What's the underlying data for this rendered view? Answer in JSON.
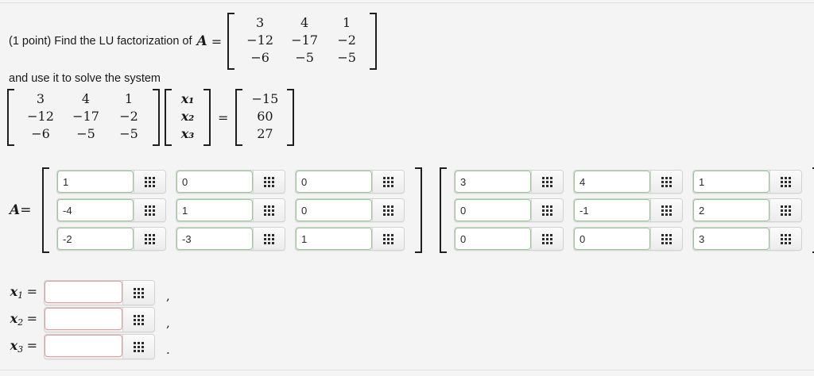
{
  "problem": {
    "points_label": "(1 point)",
    "prompt_text": "(1 point) Find the LU factorization of",
    "matrix_symbol": "A",
    "equals": "=",
    "matrix_A": [
      [
        "3",
        "4",
        "1"
      ],
      [
        "−12",
        "−17",
        "−2"
      ],
      [
        "−6",
        "−5",
        "−5"
      ]
    ],
    "solve_text": "and use it to solve the system",
    "system": {
      "coefficients": [
        [
          "3",
          "4",
          "1"
        ],
        [
          "−12",
          "−17",
          "−2"
        ],
        [
          "−6",
          "−5",
          "−5"
        ]
      ],
      "unknowns": [
        "x₁",
        "x₂",
        "x₃"
      ],
      "equals": "=",
      "rhs": [
        "−15",
        "60",
        "27"
      ]
    }
  },
  "answer_area": {
    "label": "A",
    "equals": "=",
    "L_matrix": {
      "values": [
        [
          "1",
          "0",
          "0"
        ],
        [
          "-4",
          "1",
          "0"
        ],
        [
          "-2",
          "-3",
          "1"
        ]
      ],
      "state": "valid",
      "border_color": "#9ac69a"
    },
    "U_matrix": {
      "values": [
        [
          "3",
          "4",
          "1"
        ],
        [
          "0",
          "-1",
          "2"
        ],
        [
          "0",
          "0",
          "3"
        ]
      ],
      "state": "valid",
      "border_color": "#9ac69a"
    },
    "trailing_punctuation": ",",
    "keypad_icon": "grid-icon"
  },
  "solution": {
    "rows": [
      {
        "label": "x",
        "subscript": "1",
        "equals": "=",
        "value": "",
        "punctuation": ","
      },
      {
        "label": "x",
        "subscript": "2",
        "equals": "=",
        "value": "",
        "punctuation": ","
      },
      {
        "label": "x",
        "subscript": "3",
        "equals": "=",
        "value": "",
        "punctuation": "."
      }
    ],
    "state": "invalid",
    "border_color": "#d9a0a0"
  },
  "theme": {
    "background": "#f4f4f4",
    "text_color": "#1a1a1a",
    "valid_border": "#9ac69a",
    "invalid_border": "#d9a0a0",
    "rule_color": "#dedede"
  }
}
